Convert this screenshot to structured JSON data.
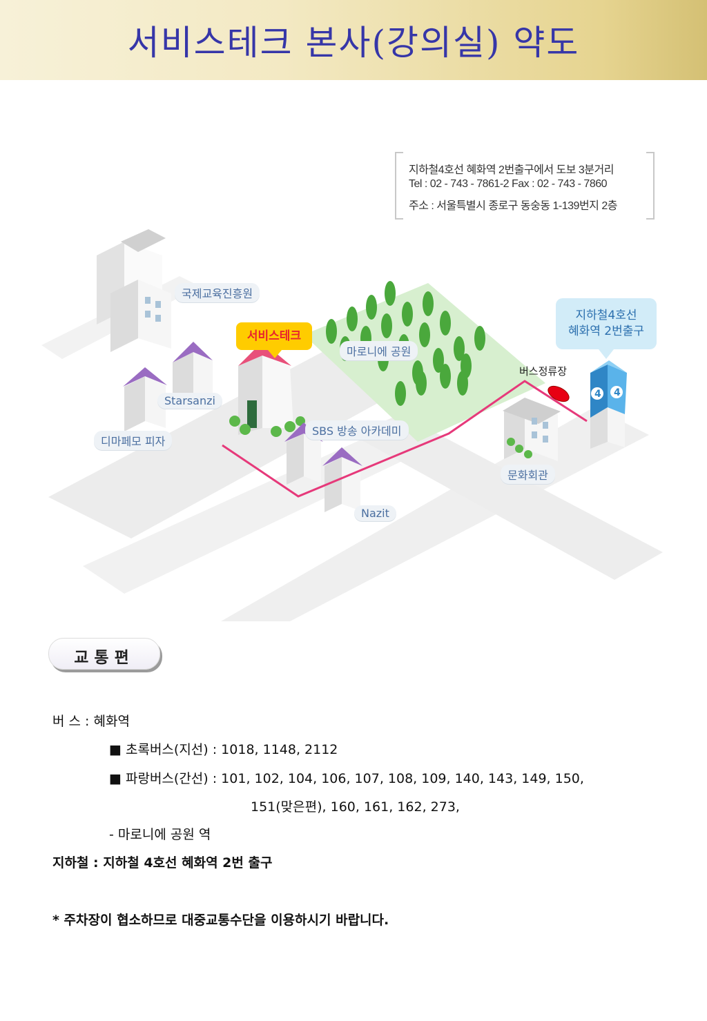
{
  "header": {
    "title": "서비스테크 본사(강의실) 약도"
  },
  "info_box": {
    "lines": [
      "지하철4호선 혜화역 2번출구에서 도보 3분거리",
      "Tel : 02 - 743 - 7861-2     Fax : 02 - 743 - 7860",
      "주소 : 서울특별시 종로구 동숭동 1-139번지 2층"
    ]
  },
  "map": {
    "labels": {
      "kukje": "국제교육진흥원",
      "servicetech": "서비스테크",
      "maronie": "마로니에 공원",
      "starsanzi": "Starsanzi",
      "dimapemo": "디마페모 피자",
      "sbs": "SBS 방송 아카데미",
      "munhwa": "문화회관",
      "nazit": "Nazit",
      "station_line1": "지하철4호선",
      "station_line2": "혜화역 2번출구",
      "bus_stop": "버스정류장",
      "line_number": "4"
    },
    "colors": {
      "route": "#e6397a",
      "park": "#d7efcf",
      "station": "#3a9edc",
      "roof": "#9a6cc2"
    }
  },
  "transport": {
    "section_title": "교통편",
    "bus_title": "버   스 : 혜화역",
    "green_bus": "■ 초록버스(지선) : 1018, 1148, 2112",
    "blue_bus": "■ 파랑버스(간선) : 101, 102, 104, 106, 107, 108, 109, 140, 143, 149, 150,",
    "blue_bus_cont": "151(맞은편), 160, 161, 162, 273,",
    "maronie_note": "- 마로니에 공원 역",
    "subway": "지하철 : 지하철 4호선 혜화역 2번 출구",
    "parking_note": "* 주차장이 협소하므로 대중교통수단을 이용하시기 바랍니다."
  }
}
